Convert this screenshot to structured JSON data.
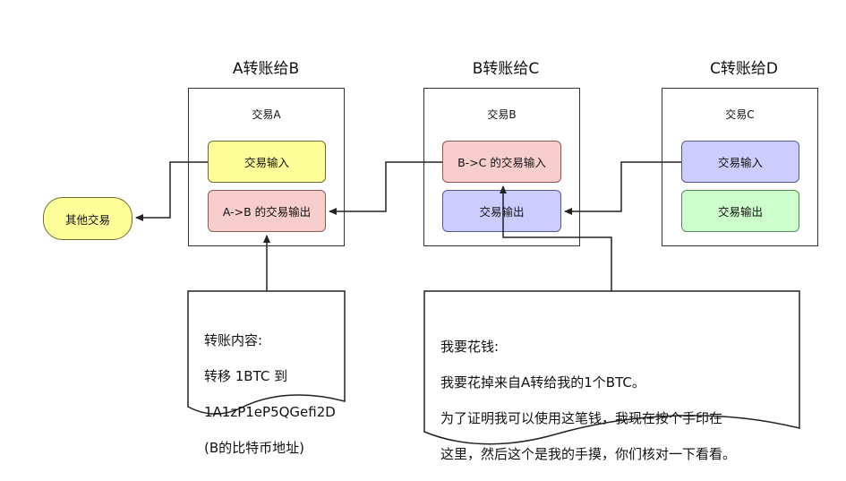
{
  "titles": {
    "a": "A转账给B",
    "b": "B转账给C",
    "c": "C转账给D"
  },
  "transactions": {
    "a": {
      "label": "交易A",
      "input": "交易输入",
      "output": "A->B 的交易输出"
    },
    "b": {
      "label": "交易B",
      "input": "B->C 的交易输入",
      "output": "交易输出"
    },
    "c": {
      "label": "交易C",
      "input": "交易输入",
      "output": "交易输出"
    }
  },
  "other_tx": "其他交易",
  "note_transfer": {
    "line1": "转账内容:",
    "line2": "转移  1BTC 到",
    "line3": "1A1zP1eP5QGefi2D",
    "line4": "(B的比特币地址)"
  },
  "note_spend": {
    "line1": "我要花钱:",
    "line2": "我要花掉来自A转给我的1个BTC。",
    "line3": "为了证明我可以使用这笔钱，我现在按个手印在",
    "line4": "这里，然后这个是我的手摸，你们核对一下看看。"
  },
  "colors": {
    "yellow": "#ffff99",
    "pink": "#f8cecc",
    "blue": "#ccccff",
    "green": "#ccffcc"
  }
}
